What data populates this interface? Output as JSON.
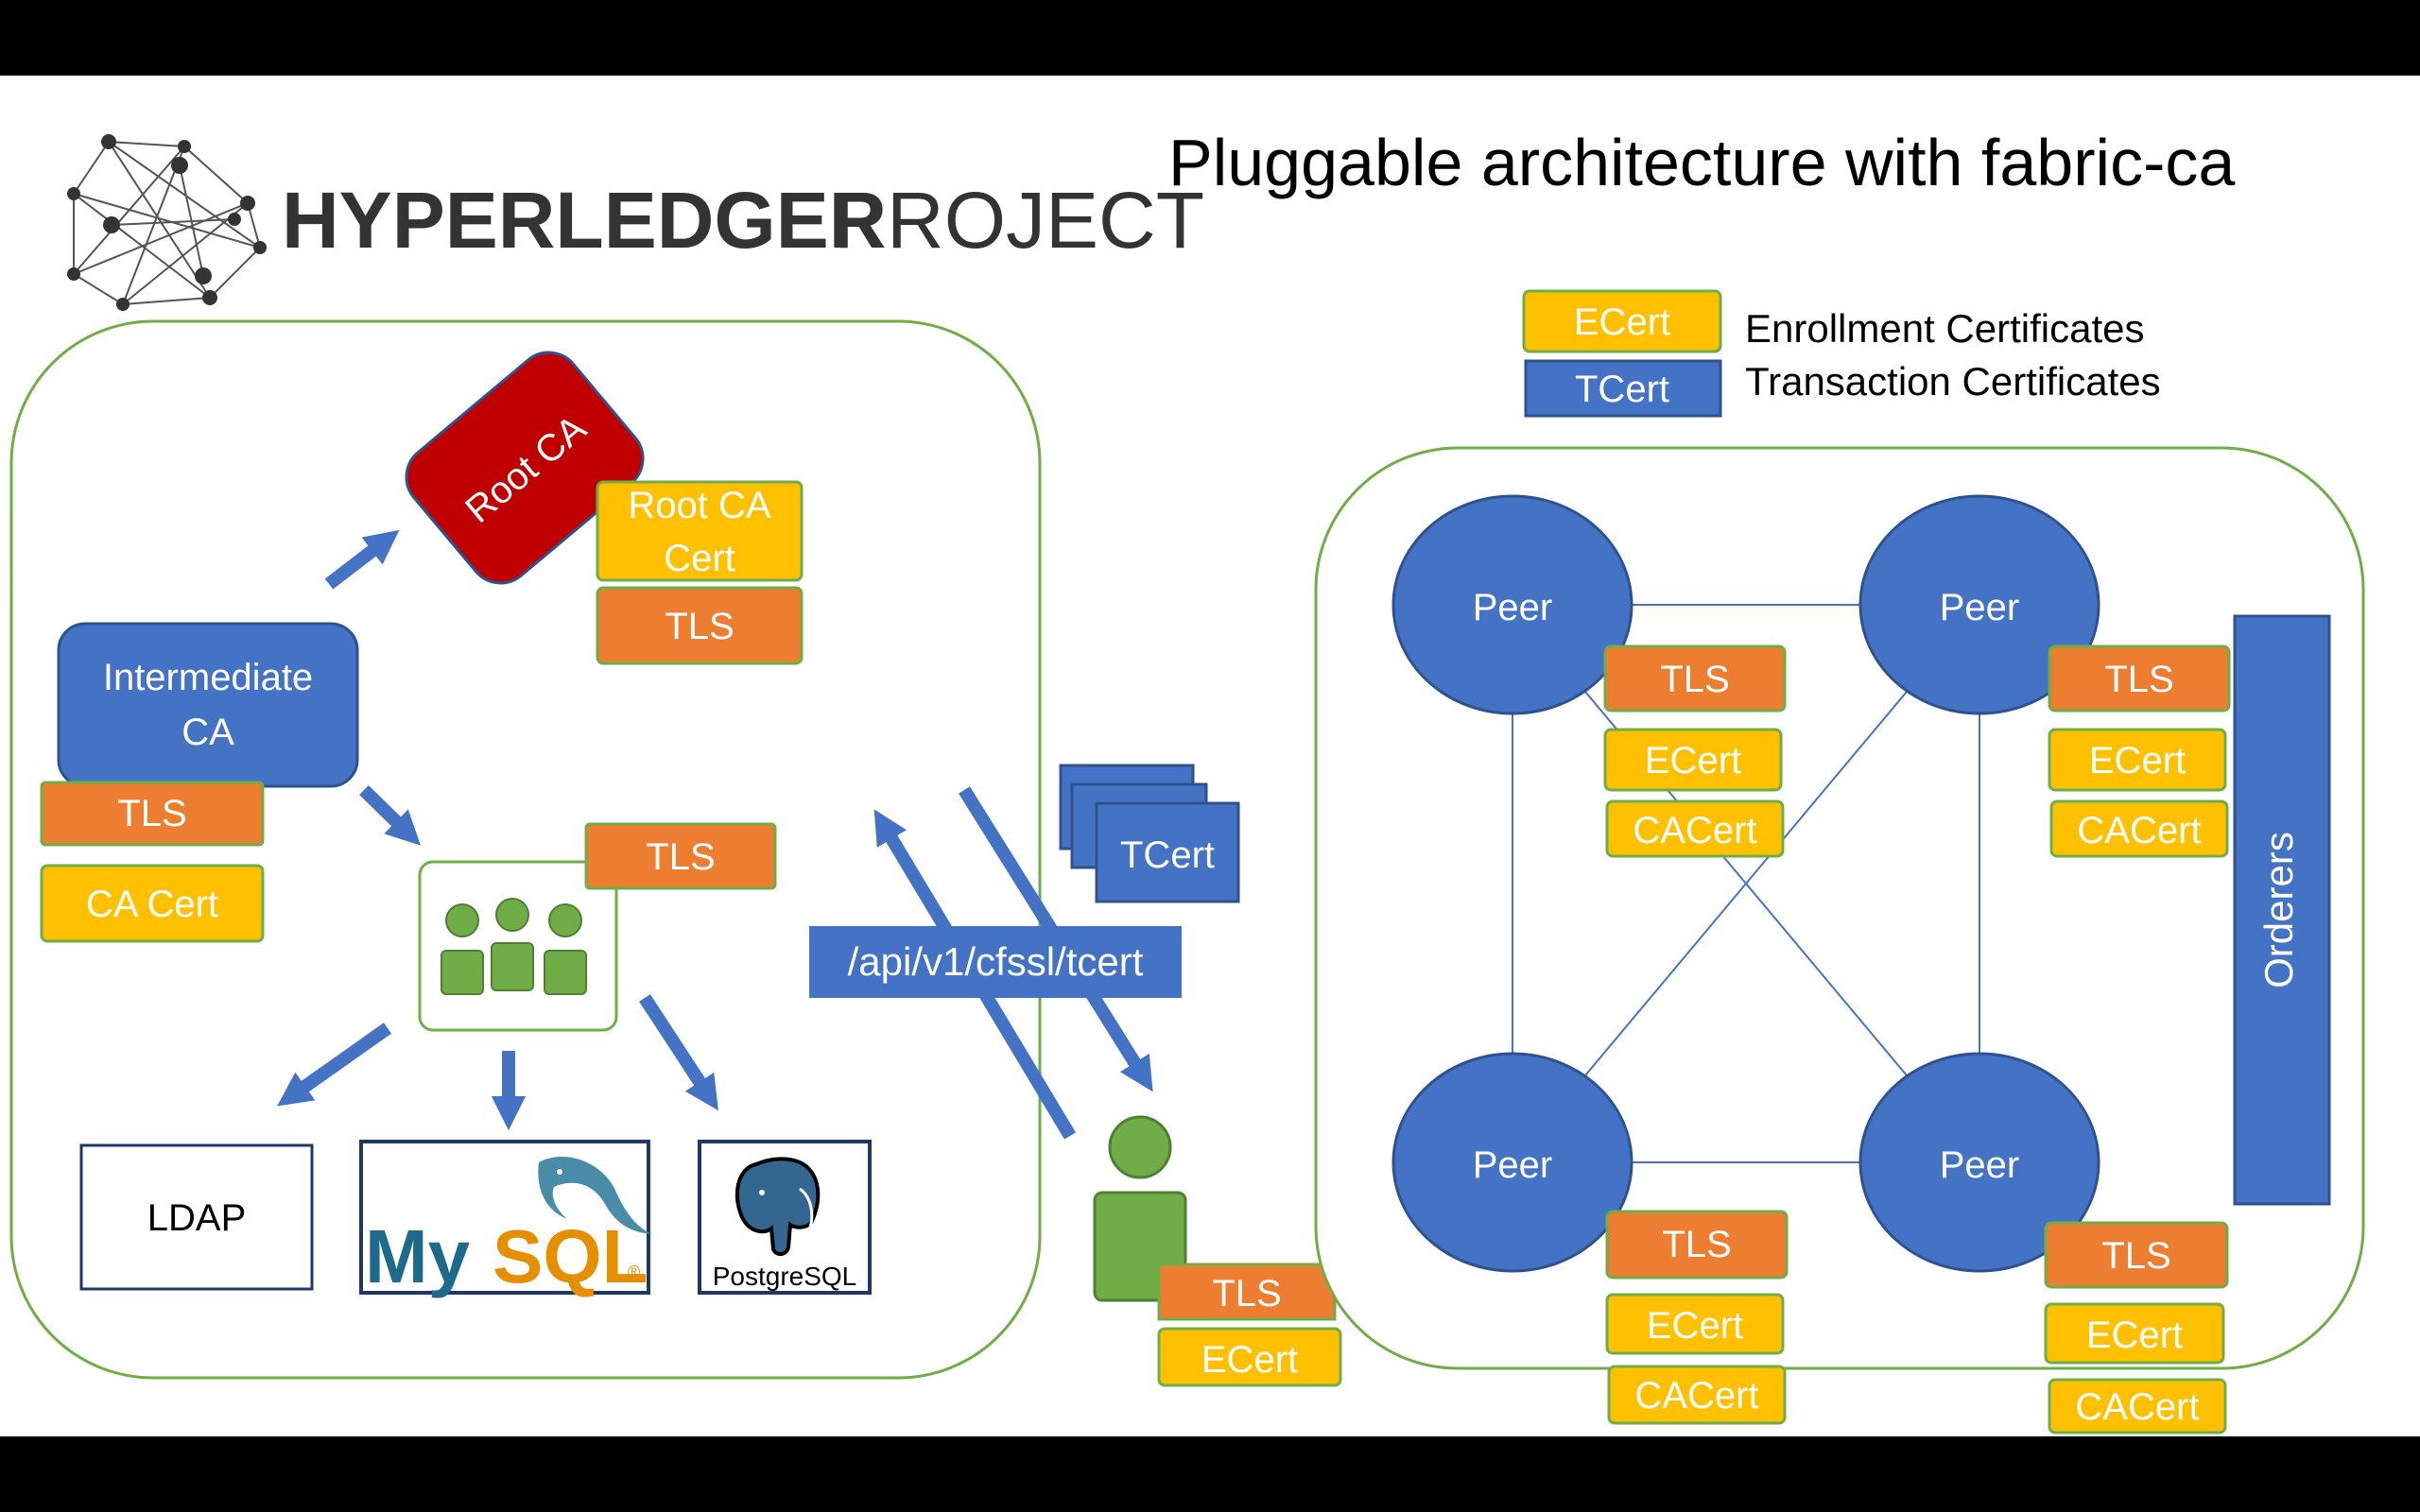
{
  "title": "Pluggable architecture with fabric-ca",
  "brand": {
    "strong": "HYPERLEDGER",
    "light": "PROJECT"
  },
  "legend": {
    "ecert": {
      "box": "ECert",
      "text": "Enrollment Certificates"
    },
    "tcert": {
      "box": "TCert",
      "text": "Transaction Certificates"
    }
  },
  "ca": {
    "root": "Root CA",
    "root_cert": [
      "Root CA",
      "Cert"
    ],
    "root_tls": "TLS",
    "intermediate": [
      "Intermediate",
      "CA"
    ],
    "intermediate_tls": "TLS",
    "intermediate_cert": "CA Cert",
    "server_tls": "TLS",
    "ldap": "LDAP",
    "mysql": {
      "my": "My",
      "sql": "SQL",
      "mark": "®"
    },
    "postgres": "PostgreSQL"
  },
  "api": "/api/v1/cfssl/tcert",
  "client": {
    "tcert": "TCert",
    "tls": "TLS",
    "ecert": "ECert"
  },
  "network": {
    "peers": [
      {
        "label": "Peer",
        "tls": "TLS",
        "ecert": "ECert",
        "cacert": "CACert"
      },
      {
        "label": "Peer",
        "tls": "TLS",
        "ecert": "ECert",
        "cacert": "CACert"
      },
      {
        "label": "Peer",
        "tls": "TLS",
        "ecert": "ECert",
        "cacert": "CACert"
      },
      {
        "label": "Peer",
        "tls": "TLS",
        "ecert": "ECert",
        "cacert": "CACert"
      }
    ],
    "orderers": "Orderers"
  },
  "colors": {
    "blue": "#4472C4",
    "orange": "#ED7D31",
    "yellow": "#FFC000",
    "green": "#70AD47",
    "red": "#C00000",
    "dark": "#333333"
  }
}
